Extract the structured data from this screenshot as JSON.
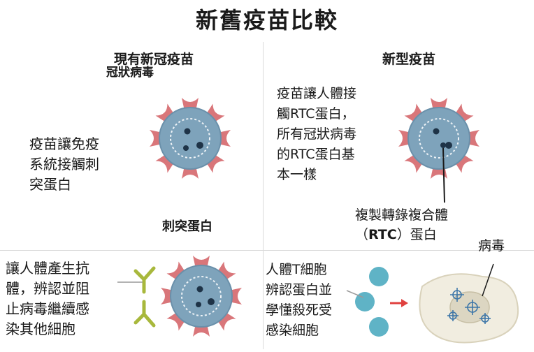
{
  "title": "新舊疫苗比較",
  "left_panel": {
    "heading": "現有新冠疫苗",
    "virus_label": "冠狀病毒",
    "desc_lines": [
      "疫苗讓免疫",
      "系統接觸刺",
      "突蛋白"
    ],
    "spike_label": "刺突蛋白"
  },
  "right_panel": {
    "heading": "新型疫苗",
    "desc_lines": [
      "疫苗讓人體接",
      "觸RTC蛋白，",
      "所有冠狀病毒",
      "的RTC蛋白基",
      "本一樣"
    ],
    "rtc_label_line1": "複製轉錄複合體",
    "rtc_label_paren_open": "（",
    "rtc_label_rtc": "RTC",
    "rtc_label_paren_close": "）蛋白"
  },
  "bottom_left": {
    "desc_lines": [
      "讓人體產生抗",
      "體，辨認並阻",
      "止病毒繼續感",
      "染其他細胞"
    ]
  },
  "bottom_right": {
    "desc_lines": [
      "人體T細胞",
      "辨認蛋白並",
      "學懂殺死受",
      "感染細胞"
    ],
    "virus_label": "病毒"
  },
  "colors": {
    "virus_fill": "#7ea3bb",
    "virus_edge": "#6a90aa",
    "spike": "#d9767a",
    "antibody": "#a8b83c",
    "tcell": "#5fb3c6",
    "arrow": "#e0413f",
    "infected_cell": "#f1ede0"
  }
}
